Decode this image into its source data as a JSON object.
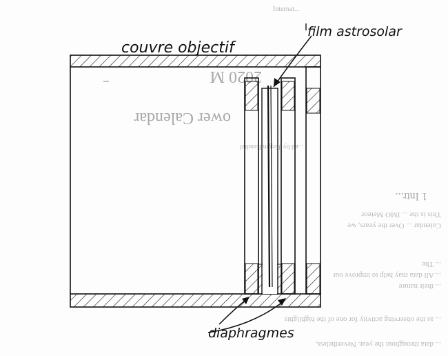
{
  "labels": {
    "cover": "couvre objectif",
    "film": "film astrosolar",
    "diaphragms": "diaphragmes"
  },
  "bleed_through": {
    "header": "Internat...",
    "title_left": "2020 M",
    "title_right": "ower Calendar",
    "byline": "...ed by Jürgen Rendtel",
    "heading": "1  Intr...",
    "body_lines": [
      "This is the ... IMO Meteor",
      "Calendar ... Over the years, we",
      "...",
      "... The",
      "... All data may help to improve our",
      "... their nature",
      "... as the observing activity for one of the highlights",
      "... data throughout the year. Nevertheless,"
    ]
  },
  "colors": {
    "ink": "#111111",
    "hatch": "#1a1a1a",
    "paper": "#fdfdfd",
    "bleed": "#aaaaaa"
  }
}
